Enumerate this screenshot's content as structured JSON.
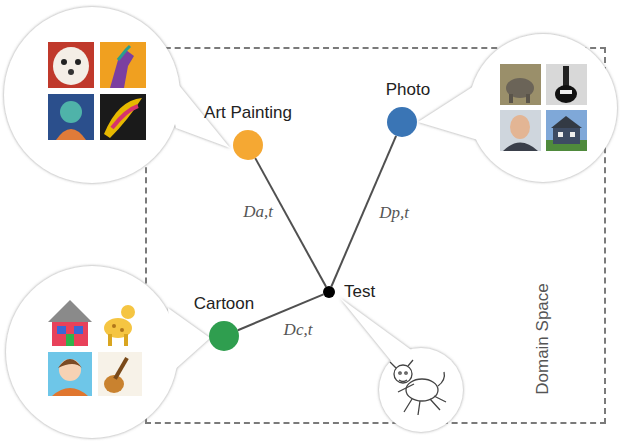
{
  "diagram": {
    "nodes": [
      {
        "text": [
          "Domain Space"
        ]
      },
      {
        "text": [
          "Art Painting"
        ],
        "in": 0
      },
      {
        "text": [
          "Photo"
        ],
        "in": 0
      },
      {
        "text": [
          "Cartoon"
        ],
        "in": 0
      },
      {
        "text": [
          "Test"
        ],
        "in": 0
      }
    ],
    "edges": [
      {
        "from": 1,
        "to": 4,
        "label": "Da,t",
        "arrow": "none"
      },
      {
        "from": 2,
        "to": 4,
        "label": "Dp,t",
        "arrow": "none"
      },
      {
        "from": 3,
        "to": 4,
        "label": "Dc,t",
        "arrow": "none"
      }
    ]
  }
}
